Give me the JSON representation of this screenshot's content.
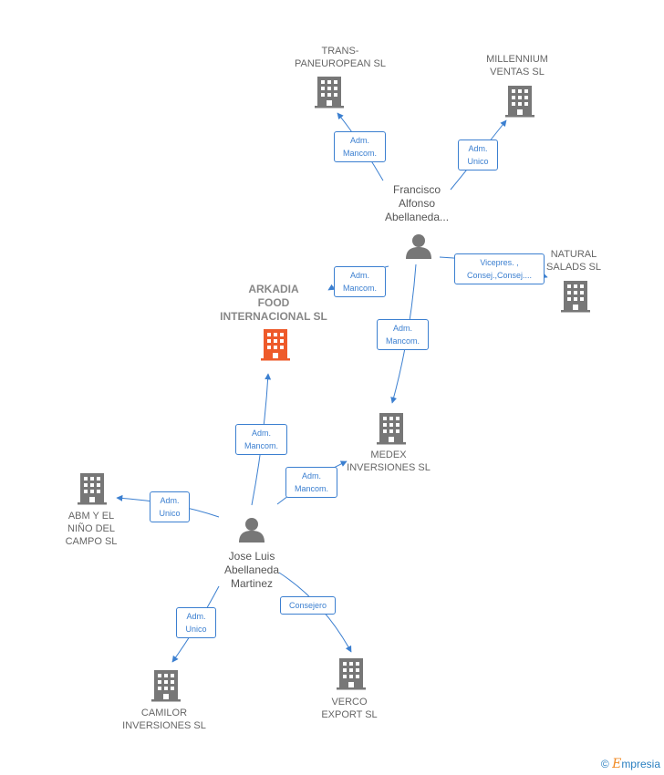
{
  "colors": {
    "edge": "#3b7fd0",
    "company_icon": "#777777",
    "focus_icon": "#ee5a2a",
    "person_icon": "#777777"
  },
  "nodes": {
    "trans": {
      "label": "TRANS-\nPANEUROPEAN SL"
    },
    "millennium": {
      "label": "MILLENNIUM\nVENTAS SL"
    },
    "francisco": {
      "label": "Francisco\nAlfonso\nAbellaneda..."
    },
    "natural": {
      "label": "NATURAL\nSALADS SL"
    },
    "arkadia": {
      "label": "ARKADIA\nFOOD\nINTERNACIONAL SL"
    },
    "medex": {
      "label": "MEDEX\nINVERSIONES SL"
    },
    "abm": {
      "label": "ABM Y EL\nNIÑO DEL\nCAMPO  SL"
    },
    "jose": {
      "label": "Jose Luis\nAbellaneda\nMartinez"
    },
    "camilor": {
      "label": "CAMILOR\nINVERSIONES SL"
    },
    "verco": {
      "label": "VERCO\nEXPORT SL"
    }
  },
  "edges": {
    "fr_trans": "Adm.\nMancom.",
    "fr_millennium": "Adm.\nUnico",
    "fr_natural": "Vicepres. ,\nConsej.,Consej....",
    "fr_arkadia": "Adm.\nMancom.",
    "fr_medex": "Adm.\nMancom.",
    "jo_arkadia": "Adm.\nMancom.",
    "jo_medex": "Adm.\nMancom.",
    "jo_abm": "Adm.\nUnico",
    "jo_camilor": "Adm.\nUnico",
    "jo_verco": "Consejero"
  },
  "brand": {
    "symbol": "©",
    "name_initial": "E",
    "name_rest": "mpresia"
  }
}
